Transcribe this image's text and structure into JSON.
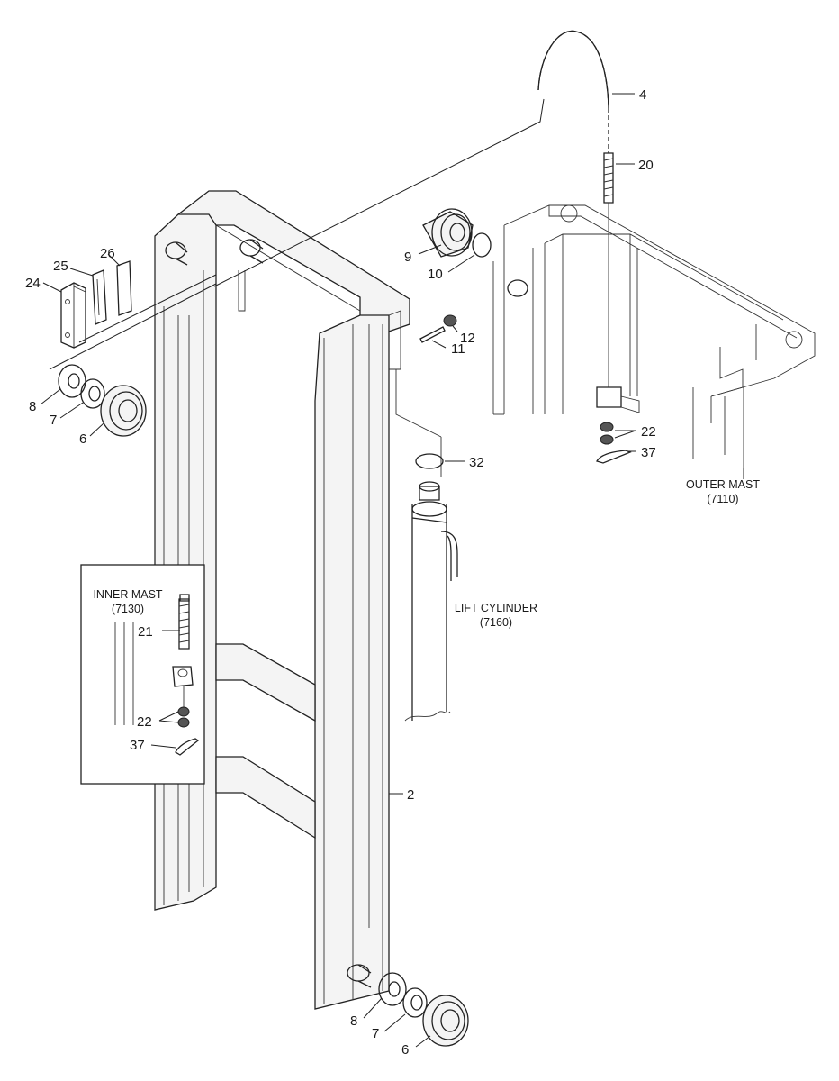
{
  "callouts": {
    "c4": "4",
    "c20": "20",
    "c9": "9",
    "c10": "10",
    "c26": "26",
    "c25": "25",
    "c24": "24",
    "c12": "12",
    "c11": "11",
    "c8_top": "8",
    "c7_top": "7",
    "c6_top": "6",
    "c22_right": "22",
    "c37_right": "37",
    "c32": "32",
    "c21": "21",
    "c22_inset": "22",
    "c37_inset": "37",
    "c2": "2",
    "c8_bottom": "8",
    "c7_bottom": "7",
    "c6_bottom": "6"
  },
  "labels": {
    "outer_mast": "OUTER MAST",
    "outer_mast_code": "(7110)",
    "lift_cylinder": "LIFT CYLINDER",
    "lift_cylinder_code": "(7160)",
    "inner_mast": "INNER MAST",
    "inner_mast_code": "(7130)"
  }
}
